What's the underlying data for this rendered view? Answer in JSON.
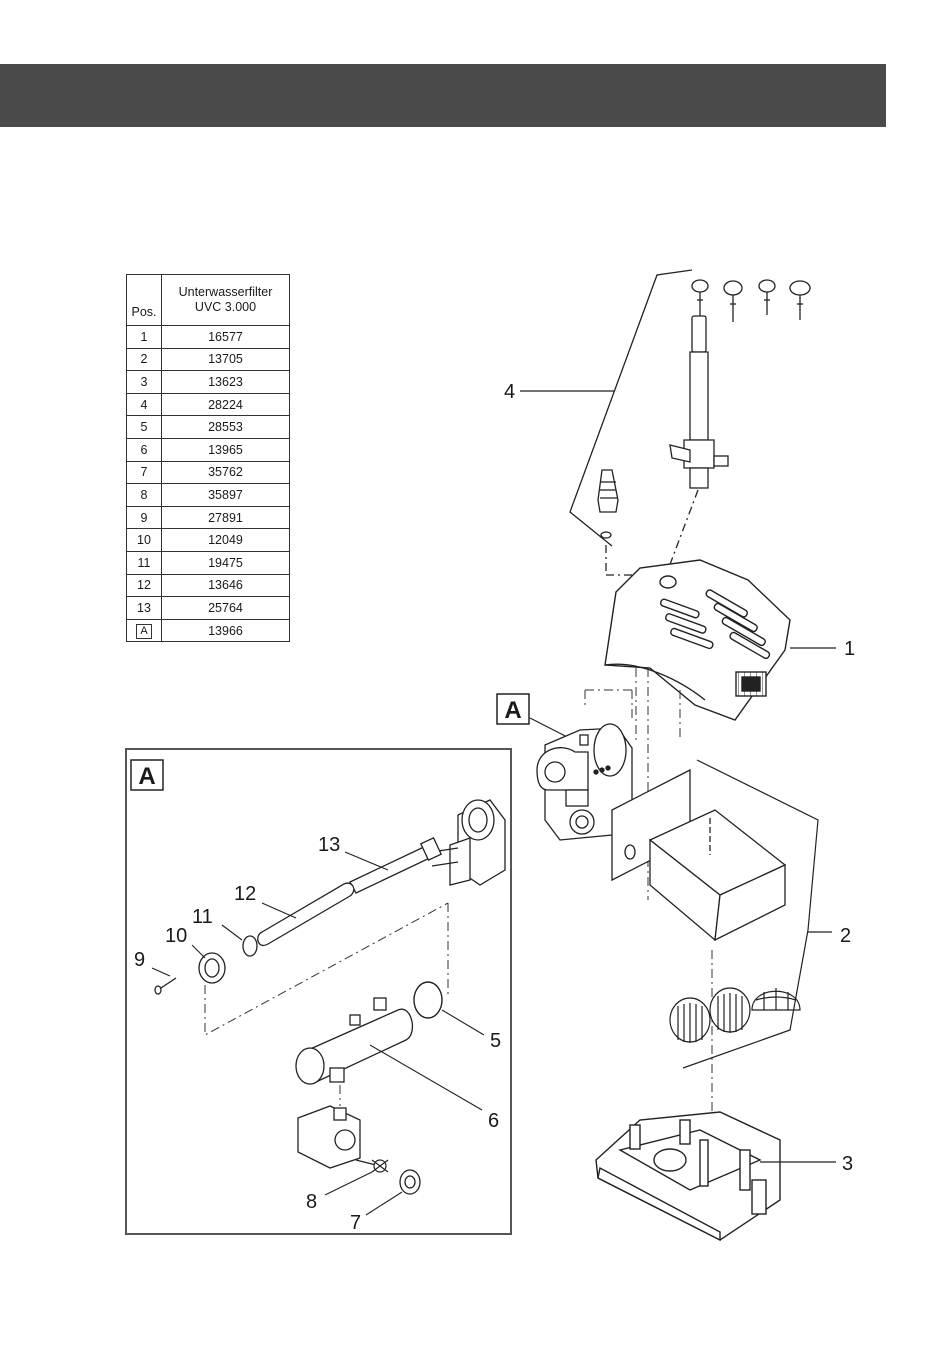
{
  "table": {
    "header_pos": "Pos.",
    "header_name_line1": "Unterwasserfilter",
    "header_name_line2": "UVC 3.000",
    "rows": [
      {
        "pos": "1",
        "num": "16577"
      },
      {
        "pos": "2",
        "num": "13705"
      },
      {
        "pos": "3",
        "num": "13623"
      },
      {
        "pos": "4",
        "num": "28224"
      },
      {
        "pos": "5",
        "num": "28553"
      },
      {
        "pos": "6",
        "num": "13965"
      },
      {
        "pos": "7",
        "num": "35762"
      },
      {
        "pos": "8",
        "num": "35897"
      },
      {
        "pos": "9",
        "num": "27891"
      },
      {
        "pos": "10",
        "num": "12049"
      },
      {
        "pos": "11",
        "num": "19475"
      },
      {
        "pos": "12",
        "num": "13646"
      },
      {
        "pos": "13",
        "num": "25764"
      },
      {
        "pos": "A",
        "num": "13966"
      }
    ]
  },
  "labels": {
    "p1": "1",
    "p2": "2",
    "p3": "3",
    "p4": "4",
    "p5": "5",
    "p6": "6",
    "p7": "7",
    "p8": "8",
    "p9": "9",
    "p10": "10",
    "p11": "11",
    "p12": "12",
    "p13": "13",
    "detail_marker": "A",
    "detail_frame_marker": "A"
  }
}
